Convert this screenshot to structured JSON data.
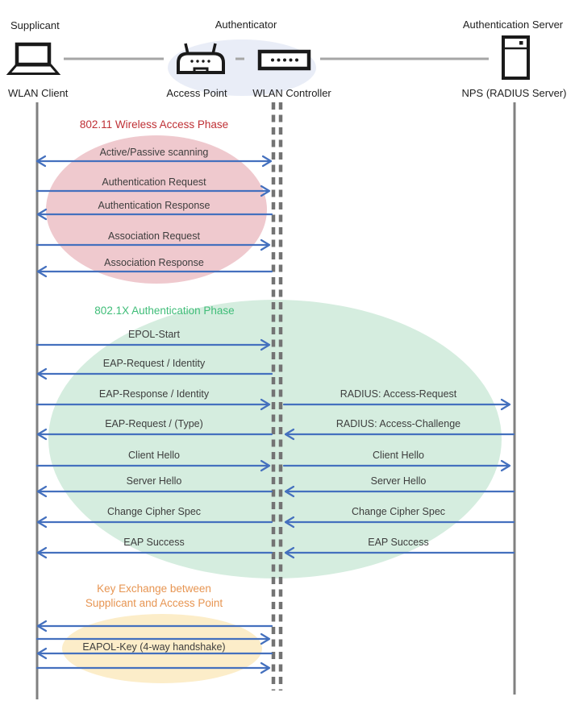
{
  "header": {
    "roles": {
      "supplicant": "Supplicant",
      "authenticator": "Authenticator",
      "auth_server": "Authentication Server"
    },
    "devices": {
      "wlan_client": "WLAN Client",
      "access_point": "Access Point",
      "wlan_controller": "WLAN Controller",
      "radius_server": "NPS (RADIUS Server)"
    }
  },
  "phases": {
    "p80211": {
      "title": "802.11 Wireless Access Phase",
      "title_color": "#BF3035",
      "ellipse_color": "#EFC9CE",
      "messages": [
        {
          "label": "Active/Passive scanning",
          "direction": "both"
        },
        {
          "label": "Authentication Request",
          "direction": "right"
        },
        {
          "label": "Authentication Response",
          "direction": "left"
        },
        {
          "label": "Association Request",
          "direction": "right"
        },
        {
          "label": "Association Response",
          "direction": "left"
        }
      ]
    },
    "p8021x": {
      "title": "802.1X Authentication Phase",
      "title_color": "#3FBD78",
      "ellipse_color": "#D5EDDF",
      "left_messages": [
        {
          "label": "EPOL-Start",
          "direction": "right"
        },
        {
          "label": "EAP-Request / Identity",
          "direction": "left"
        },
        {
          "label": "EAP-Response / Identity",
          "direction": "right"
        },
        {
          "label": "EAP-Request / (Type)",
          "direction": "left"
        },
        {
          "label": "Client Hello",
          "direction": "right"
        },
        {
          "label": "Server Hello",
          "direction": "left"
        },
        {
          "label": "Change Cipher Spec",
          "direction": "left"
        },
        {
          "label": "EAP Success",
          "direction": "left"
        }
      ],
      "right_messages": [
        {
          "label": "RADIUS: Access-Request",
          "direction": "right"
        },
        {
          "label": "RADIUS: Access-Challenge",
          "direction": "left"
        },
        {
          "label": "Client Hello",
          "direction": "right"
        },
        {
          "label": "Server Hello",
          "direction": "left"
        },
        {
          "label": "Change Cipher Spec",
          "direction": "left"
        },
        {
          "label": "EAP Success",
          "direction": "left"
        }
      ]
    },
    "key_exchange": {
      "title_line1": "Key Exchange between",
      "title_line2": "Supplicant and Access Point",
      "title_color": "#E79552",
      "ellipse_color": "#FCEDC9",
      "message": {
        "label": "EAPOL-Key (4-way handshake)"
      },
      "arrow_directions": [
        "left",
        "right",
        "left",
        "right"
      ]
    }
  },
  "colors": {
    "arrow": "#4470BE",
    "lifeline": "#808080",
    "dashed_lifeline": "#737373",
    "topology_link": "#A6A6A6",
    "authenticator_halo": "#E9EDF7",
    "icon": "#1a1a1a"
  }
}
